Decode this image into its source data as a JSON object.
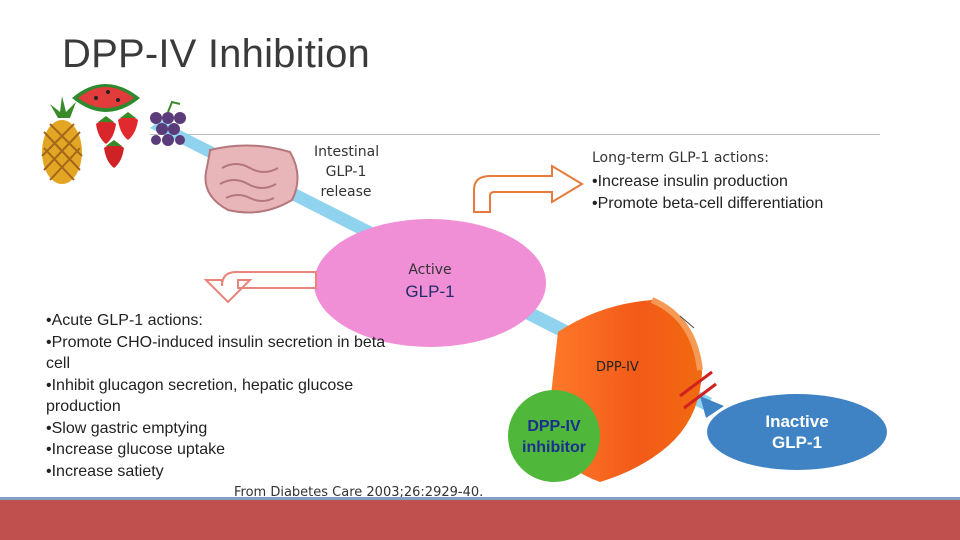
{
  "title": "DPP-IV Inhibition",
  "intestinal": {
    "line1": "Intestinal",
    "line2": "GLP-1",
    "line3": "release"
  },
  "longterm": {
    "title": "Long-term GLP-1 actions:",
    "items": [
      "•Increase insulin production",
      "•Promote beta-cell differentiation"
    ]
  },
  "active": {
    "label": "Active",
    "name": "GLP-1"
  },
  "acute": {
    "items": [
      "•Acute GLP-1 actions:",
      "•Promote CHO-induced  insulin secretion in beta cell",
      "•Inhibit glucagon secretion, hepatic glucose production",
      "•Slow gastric emptying",
      "•Increase glucose uptake",
      "•Increase satiety"
    ]
  },
  "enzyme": {
    "label": "DPP-IV"
  },
  "inhibitor": {
    "line1": "DPP-IV",
    "line2": "inhibitor"
  },
  "inactive": {
    "line1": "Inactive",
    "line2": "GLP-1"
  },
  "citation": "From Diabetes Care 2003;26:2929-40.",
  "colors": {
    "active_pink": "#f08fd6",
    "enzyme_orange": "#f46a1f",
    "inhibitor_green": "#4fb83a",
    "inactive_blue": "#3f83c4",
    "pathway_blue": "#8fd3ef",
    "inhibit_red": "#d02020",
    "footer_red": "#c0504d"
  },
  "icons": [
    "fruit-basket-icon",
    "intestine-icon",
    "hollow-arrow-right-icon",
    "hollow-arrow-left-icon"
  ]
}
